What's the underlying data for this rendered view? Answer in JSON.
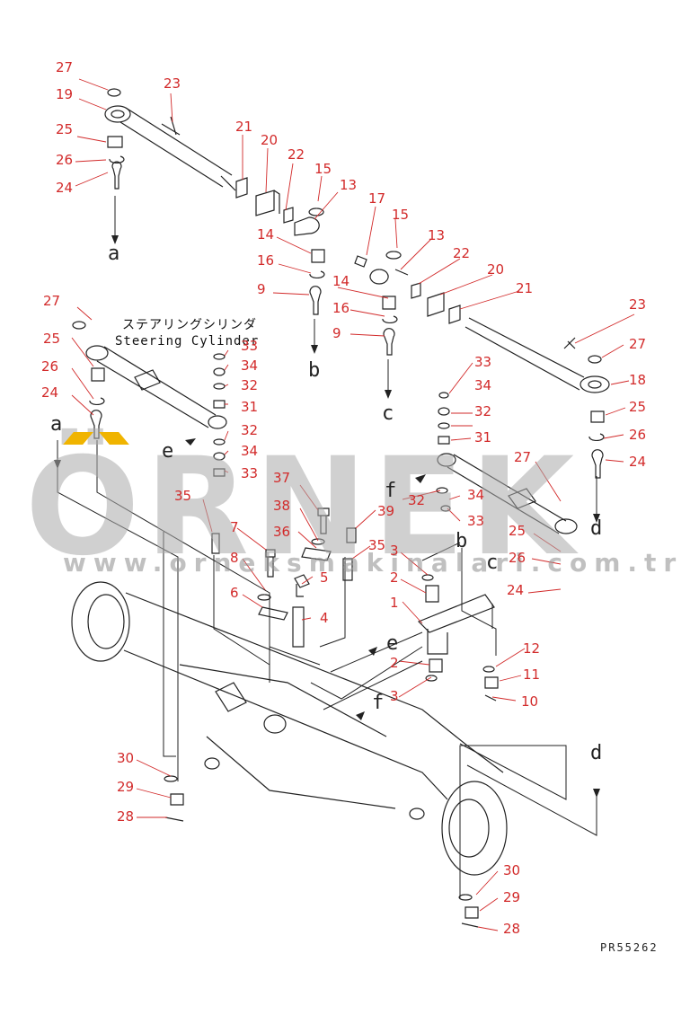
{
  "watermark": {
    "brand": "ÖRNEK",
    "url": "www.orneksmakinalari.com.tr",
    "bar_color": "#f0b400"
  },
  "caption": {
    "japanese": "ステアリングシリンダ",
    "english": "Steering Cylinder"
  },
  "drawing_code": "PR55262",
  "callouts": [
    "27",
    "23",
    "19",
    "25",
    "26",
    "24",
    "21",
    "20",
    "22",
    "15",
    "13",
    "17",
    "15",
    "13",
    "22",
    "20",
    "21",
    "14",
    "16",
    "9",
    "14",
    "16",
    "9",
    "27",
    "25",
    "26",
    "24",
    "33",
    "34",
    "32",
    "31",
    "32",
    "34",
    "33",
    "23",
    "27",
    "18",
    "33",
    "34",
    "32",
    "31",
    "25",
    "26",
    "24",
    "27",
    "32",
    "34",
    "33",
    "25",
    "26",
    "24",
    "37",
    "38",
    "39",
    "36",
    "35",
    "35",
    "7",
    "8",
    "6",
    "5",
    "4",
    "3",
    "2",
    "1",
    "2",
    "3",
    "12",
    "11",
    "10",
    "30",
    "29",
    "28",
    "30",
    "29",
    "28"
  ],
  "letters": [
    "a",
    "b",
    "c",
    "a",
    "e",
    "e",
    "f",
    "b",
    "c",
    "d",
    "d",
    "e",
    "f",
    "d"
  ],
  "colors": {
    "callout": "#d22a2a",
    "line": "#222222"
  }
}
